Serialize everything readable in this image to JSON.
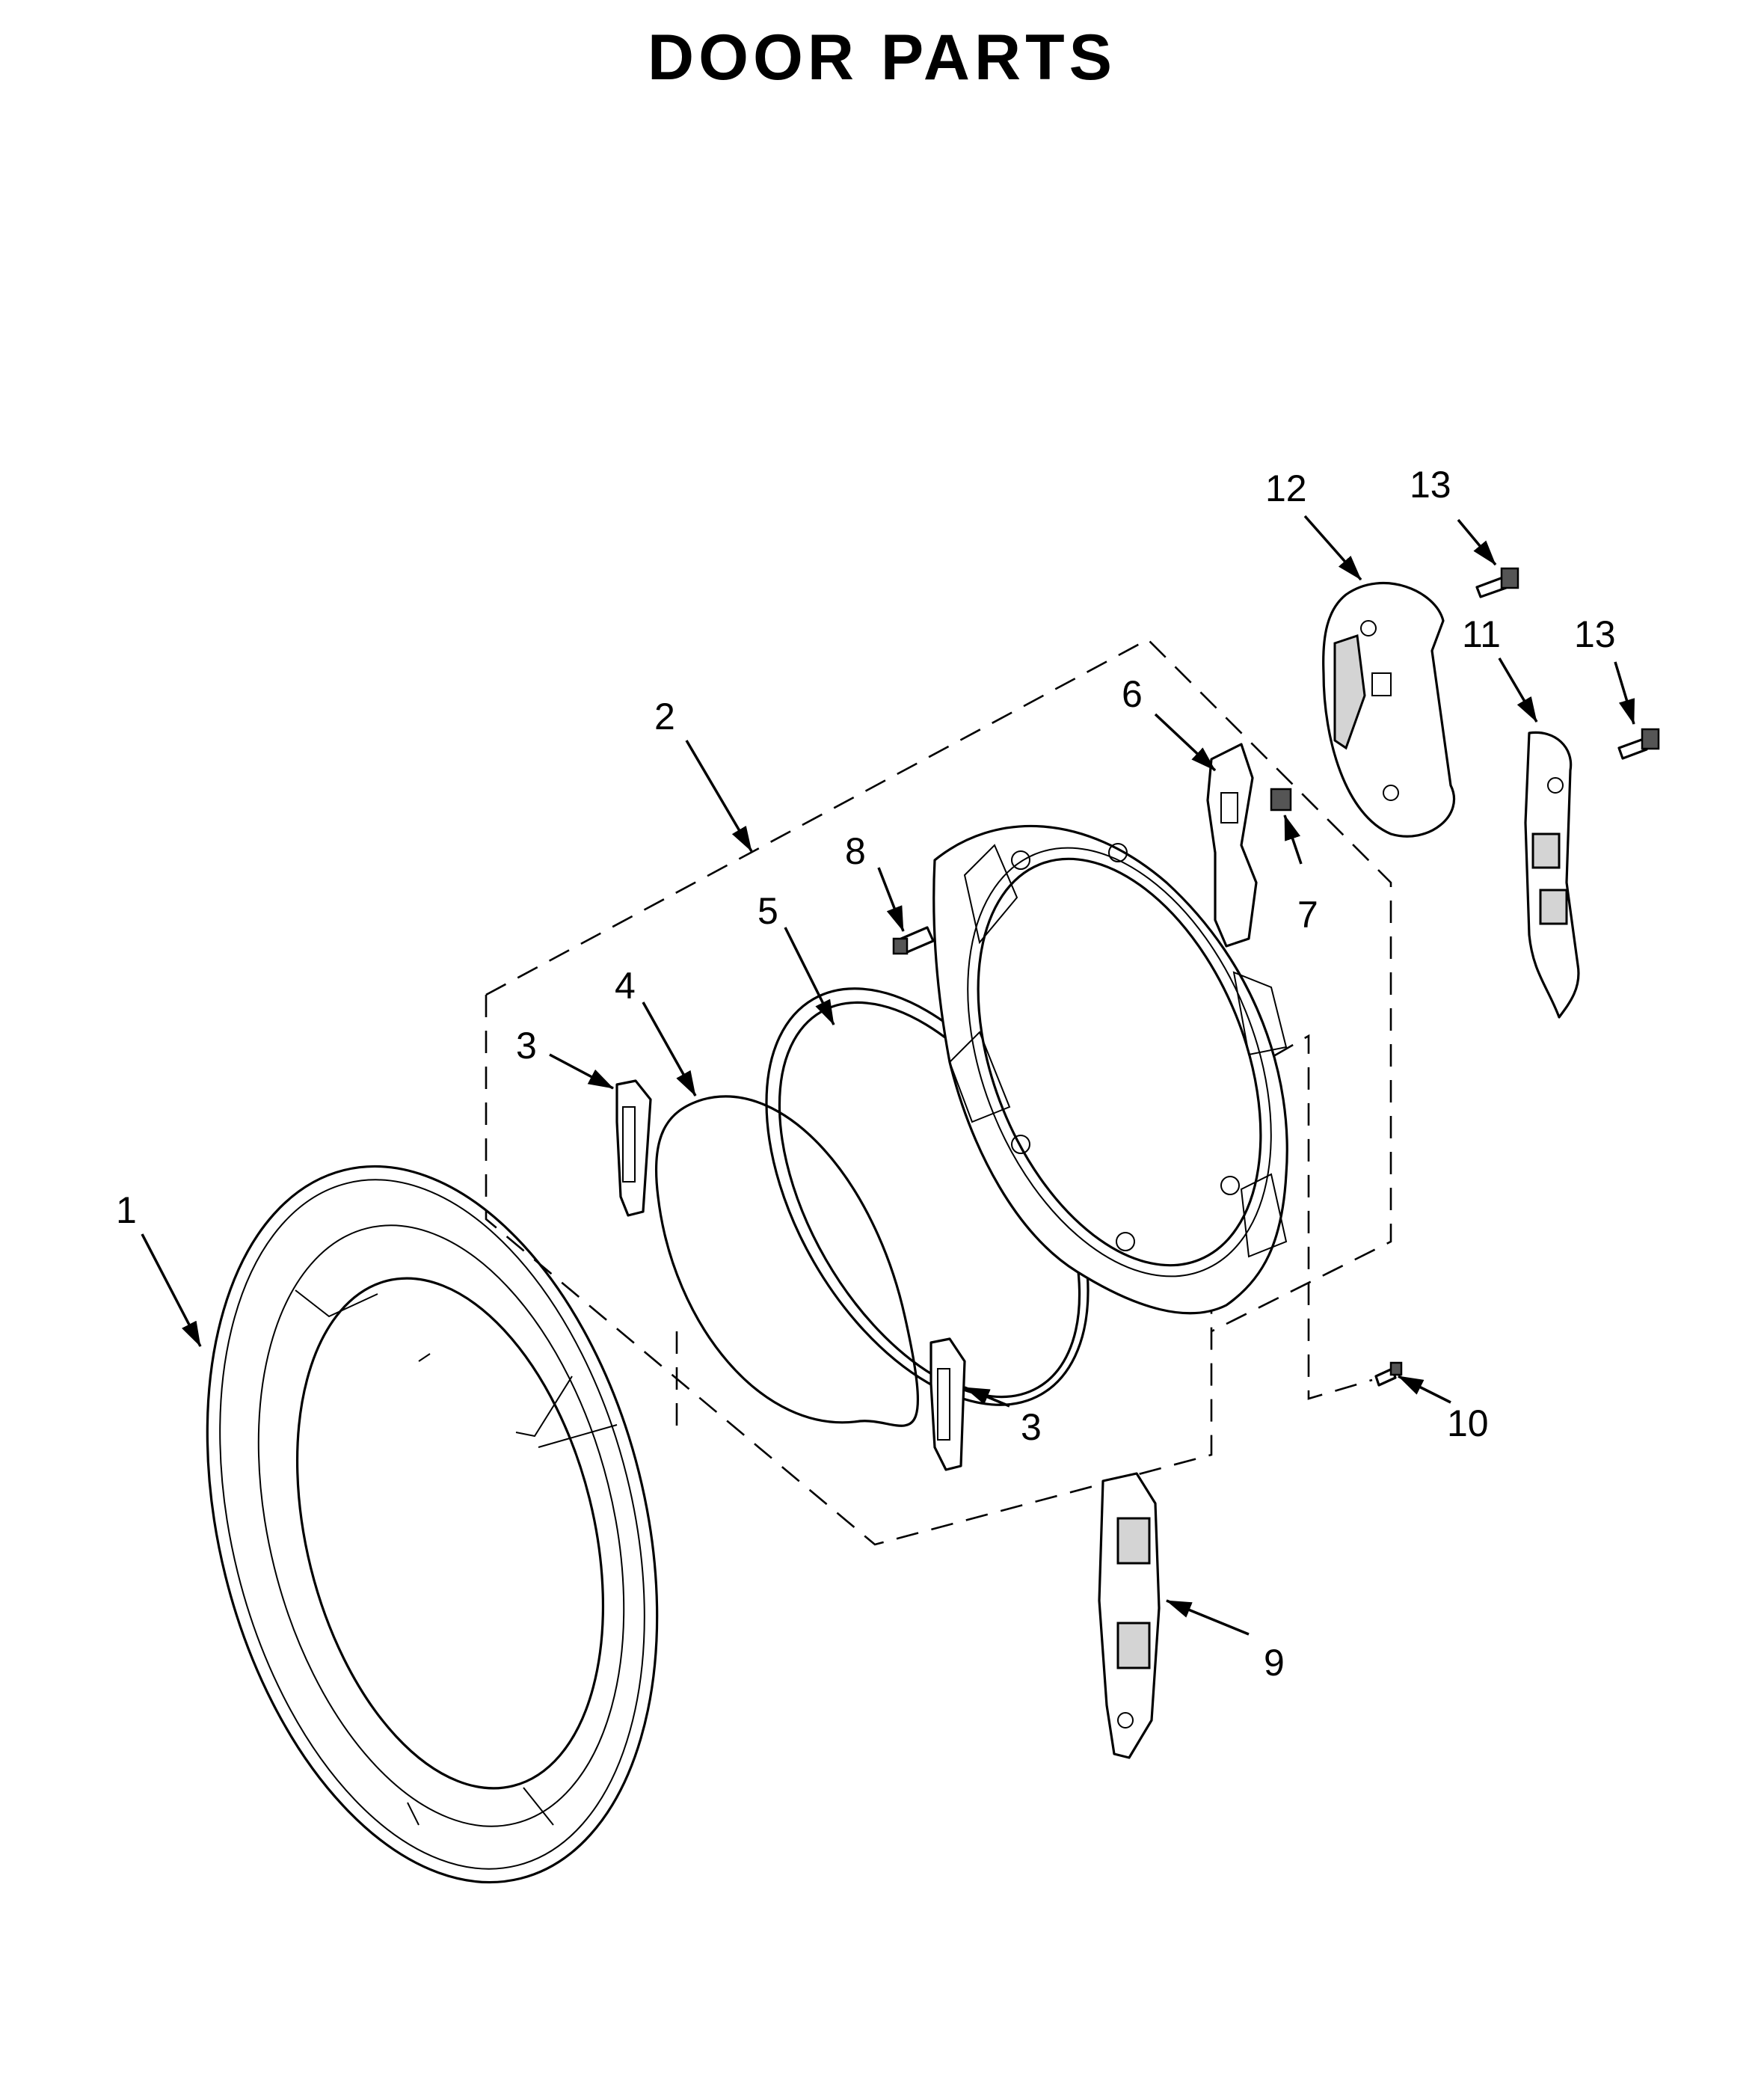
{
  "title": "DOOR PARTS",
  "callouts": [
    {
      "id": "c1",
      "label": "1"
    },
    {
      "id": "c2",
      "label": "2"
    },
    {
      "id": "c3a",
      "label": "3"
    },
    {
      "id": "c3b",
      "label": "3"
    },
    {
      "id": "c4",
      "label": "4"
    },
    {
      "id": "c5",
      "label": "5"
    },
    {
      "id": "c6",
      "label": "6"
    },
    {
      "id": "c7",
      "label": "7"
    },
    {
      "id": "c8",
      "label": "8"
    },
    {
      "id": "c9",
      "label": "9"
    },
    {
      "id": "c10",
      "label": "10"
    },
    {
      "id": "c11",
      "label": "11"
    },
    {
      "id": "c12",
      "label": "12"
    },
    {
      "id": "c13a",
      "label": "13"
    },
    {
      "id": "c13b",
      "label": "13"
    }
  ]
}
